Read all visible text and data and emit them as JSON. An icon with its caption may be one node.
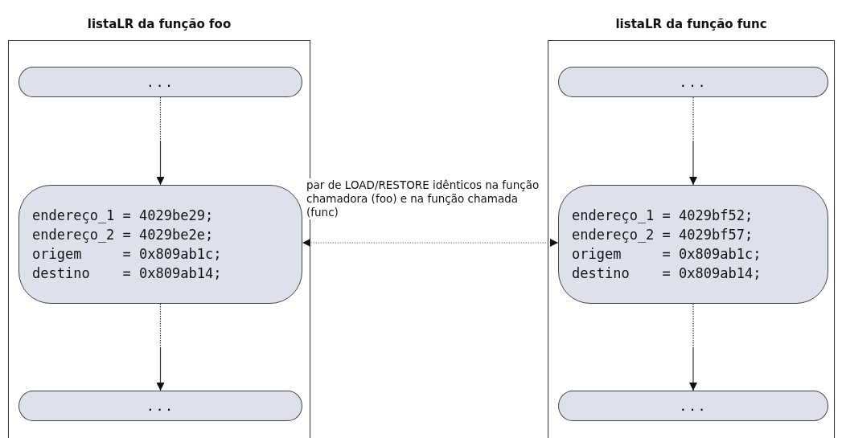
{
  "diagram": {
    "nodes": [
      {
        "text": [
          "listaLR da função foo"
        ]
      },
      {
        "text": [
          "..."
        ],
        "in": 0
      },
      {
        "text": [
          "endereço_1 = 4029be29;",
          "endereço_2 = 4029be2e;",
          "origem     = 0x809ab1c;",
          "destino    = 0x809ab14;"
        ],
        "in": 0
      },
      {
        "text": [
          "..."
        ],
        "in": 0
      },
      {
        "text": [
          "listaLR da função func"
        ]
      },
      {
        "text": [
          "..."
        ],
        "in": 4
      },
      {
        "text": [
          "endereço_1 = 4029bf52;",
          "endereço_2 = 4029bf57;",
          "origem     = 0x809ab1c;",
          "destino    = 0x809ab14;"
        ],
        "in": 4
      },
      {
        "text": [
          "..."
        ],
        "in": 4
      }
    ],
    "edges": [
      {
        "from": 1,
        "to": 2,
        "arrow": "to"
      },
      {
        "from": 2,
        "to": 3,
        "arrow": "to"
      },
      {
        "from": 5,
        "to": 6,
        "arrow": "to"
      },
      {
        "from": 6,
        "to": 7,
        "arrow": "to"
      },
      {
        "from": 6,
        "to": 2,
        "arrow": "both",
        "style": "dashed",
        "label": "par de LOAD/RESTORE idênticos na função chamadora (foo) e na função chamada (func)"
      }
    ]
  }
}
